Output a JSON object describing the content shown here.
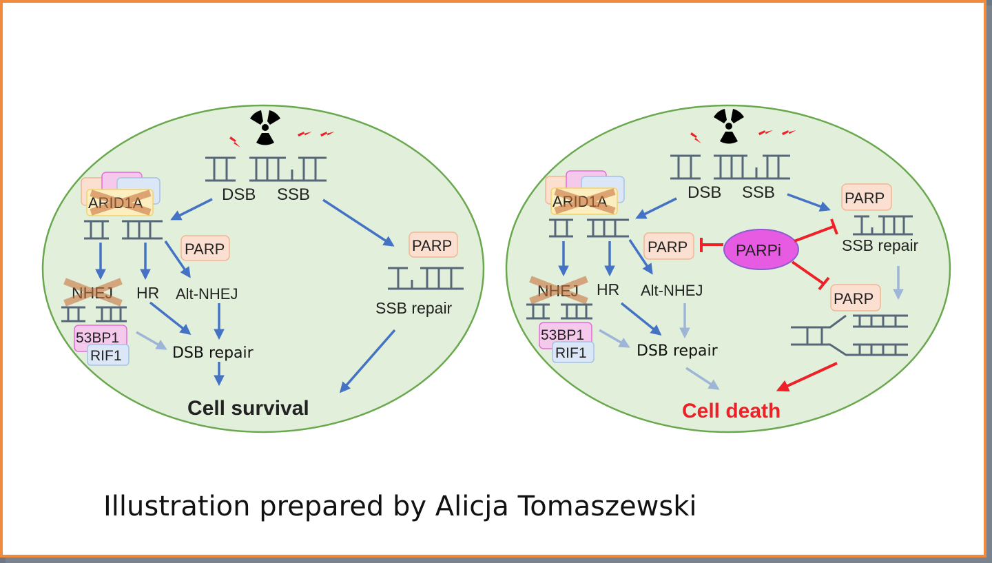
{
  "caption": "Illustration prepared by Alicja Tomaszewski",
  "colors": {
    "frame_border": "#f08a3c",
    "cell_fill": "#e2efda",
    "cell_stroke": "#6aa84f",
    "arrow_blue": "#4472c4",
    "arrow_light_blue": "#9db5d6",
    "inhibit_red": "#ee2028",
    "dna": "#56677a",
    "parpi_fill": "#e75be2",
    "survival_text": "#111111",
    "death_text": "#ee2028"
  },
  "left_panel": {
    "damage_labels": {
      "dsb": "DSB",
      "ssb": "SSB"
    },
    "complex_label": "ARID1A",
    "pathways": {
      "nhej": "NHEJ",
      "hr": "HR",
      "alt_nhej": "Alt-NHEJ"
    },
    "parp_alt": "PARP",
    "parp_ssb": "PARP",
    "proteins": {
      "p53bp1": "53BP1",
      "rif1": "RIF1"
    },
    "dsb_repair": "DSB repair",
    "ssb_repair": "SSB repair",
    "outcome": "Cell survival"
  },
  "right_panel": {
    "damage_labels": {
      "dsb": "DSB",
      "ssb": "SSB"
    },
    "complex_label": "ARID1A",
    "pathways": {
      "nhej": "NHEJ",
      "hr": "HR",
      "alt_nhej": "Alt-NHEJ"
    },
    "parp_alt": "PARP",
    "parp_ssb": "PARP",
    "parp_fork": "PARP",
    "inhibitor": "PARPi",
    "proteins": {
      "p53bp1": "53BP1",
      "rif1": "RIF1"
    },
    "dsb_repair": "DSB repair",
    "ssb_repair": "SSB repair",
    "outcome": "Cell death"
  }
}
